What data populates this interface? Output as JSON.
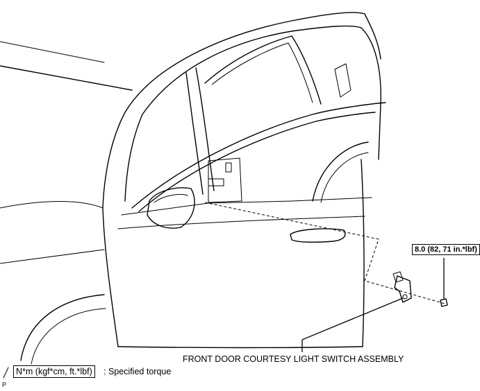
{
  "torque_spec": "8.0 (82, 71 in.*lbf)",
  "part_label": "FRONT DOOR COURTESY LIGHT SWITCH ASSEMBLY",
  "legend": {
    "unit_box": "N*m (kgf*cm, ft.*lbf)",
    "description": ": Specified torque"
  },
  "figure_code": "P"
}
